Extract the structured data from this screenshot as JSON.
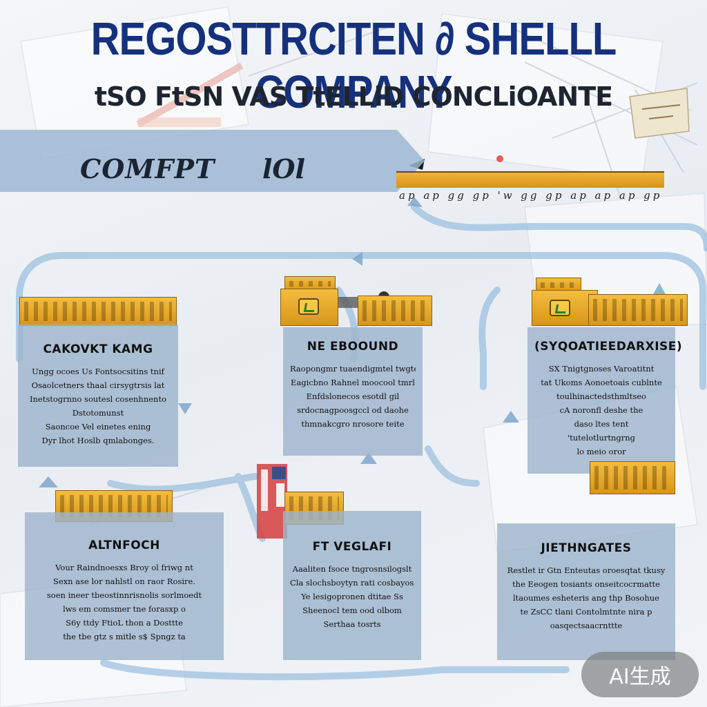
{
  "header": {
    "title": "REGOSTTRCITEN ∂ SHELLL COMPANY",
    "subtitle": "tSO FtSN VAS TtELLlD CONCLiOANTE"
  },
  "banner": {
    "label": "COMFPT",
    "number": "lOl",
    "ruler_text": "ap ap gg gp 'w gg gp ap ap ap gp gp ap ap ap"
  },
  "cards": [
    {
      "title": "CAKOVKT KAMG",
      "lines": [
        "Ungg ocoes Us Fontsocsitins tnif",
        "Osaolcetners thaal cirsygtrsis lat",
        "Inetstogrnno soutesl cosenhnento",
        "Dstotomunst",
        "Saoncoe Vel einetes ening",
        "Dyr lhot Hoslb qmlabonges."
      ]
    },
    {
      "title": "NE EBOOUND",
      "lines": [
        "Raopongmr tuaendigmtel twgtel",
        "Eagicbno Rahnel moocool tmrl",
        "Enfdslonecos esotdl gil",
        "srdocnagpoosgccl od daohe",
        "thmnakcgro nrosore teite"
      ]
    },
    {
      "title": "(SYQOATIEEDARXISE)",
      "lines": [
        "SX Tnigtgnoses Varoatitnt",
        "tat Ukoms Aonoetoais cublnte",
        "toulhinactedsthmltseo",
        "cA noronfl deshe the",
        "daso ltes tent",
        "'tutelotlurtngrng",
        "lo meio oror"
      ]
    },
    {
      "title": "ALTNFOCH",
      "lines": [
        "Vour Raindnoesxs Broy ol friwg nt",
        "Sexn ase lor nahlstl on raor Rosire.",
        "soen ineer tbeostinnrisnolis sorlmoedt",
        "lws em comsmer tne forasxp o",
        "S6y ttdy FtioL thon a Dosttte",
        "the tbe gtz s mitle s$ Spngz ta"
      ]
    },
    {
      "title": "FT VEGLAFI",
      "lines": [
        "Aaaliten fsoce tngrosnsilogslt",
        "Cla slochsboytyn rati cosbayosi",
        "Ye lesigopronen dtitae Ss",
        "Sheenocl tem ood olbom",
        "Serthaa tosrts"
      ]
    },
    {
      "title": "JIETHNGATES",
      "lines": [
        "Restlet ir Gtn Enteutas oroesqtat tkusy",
        "the Eeogen tosiants onseitcocrmatte",
        "ltaoumes esheteris ang thp Bosohue",
        "te ZsCC tlani Contolmtnte nira p",
        "oasqectsaacrnttte"
      ]
    }
  ],
  "watermark": "AI生成"
}
